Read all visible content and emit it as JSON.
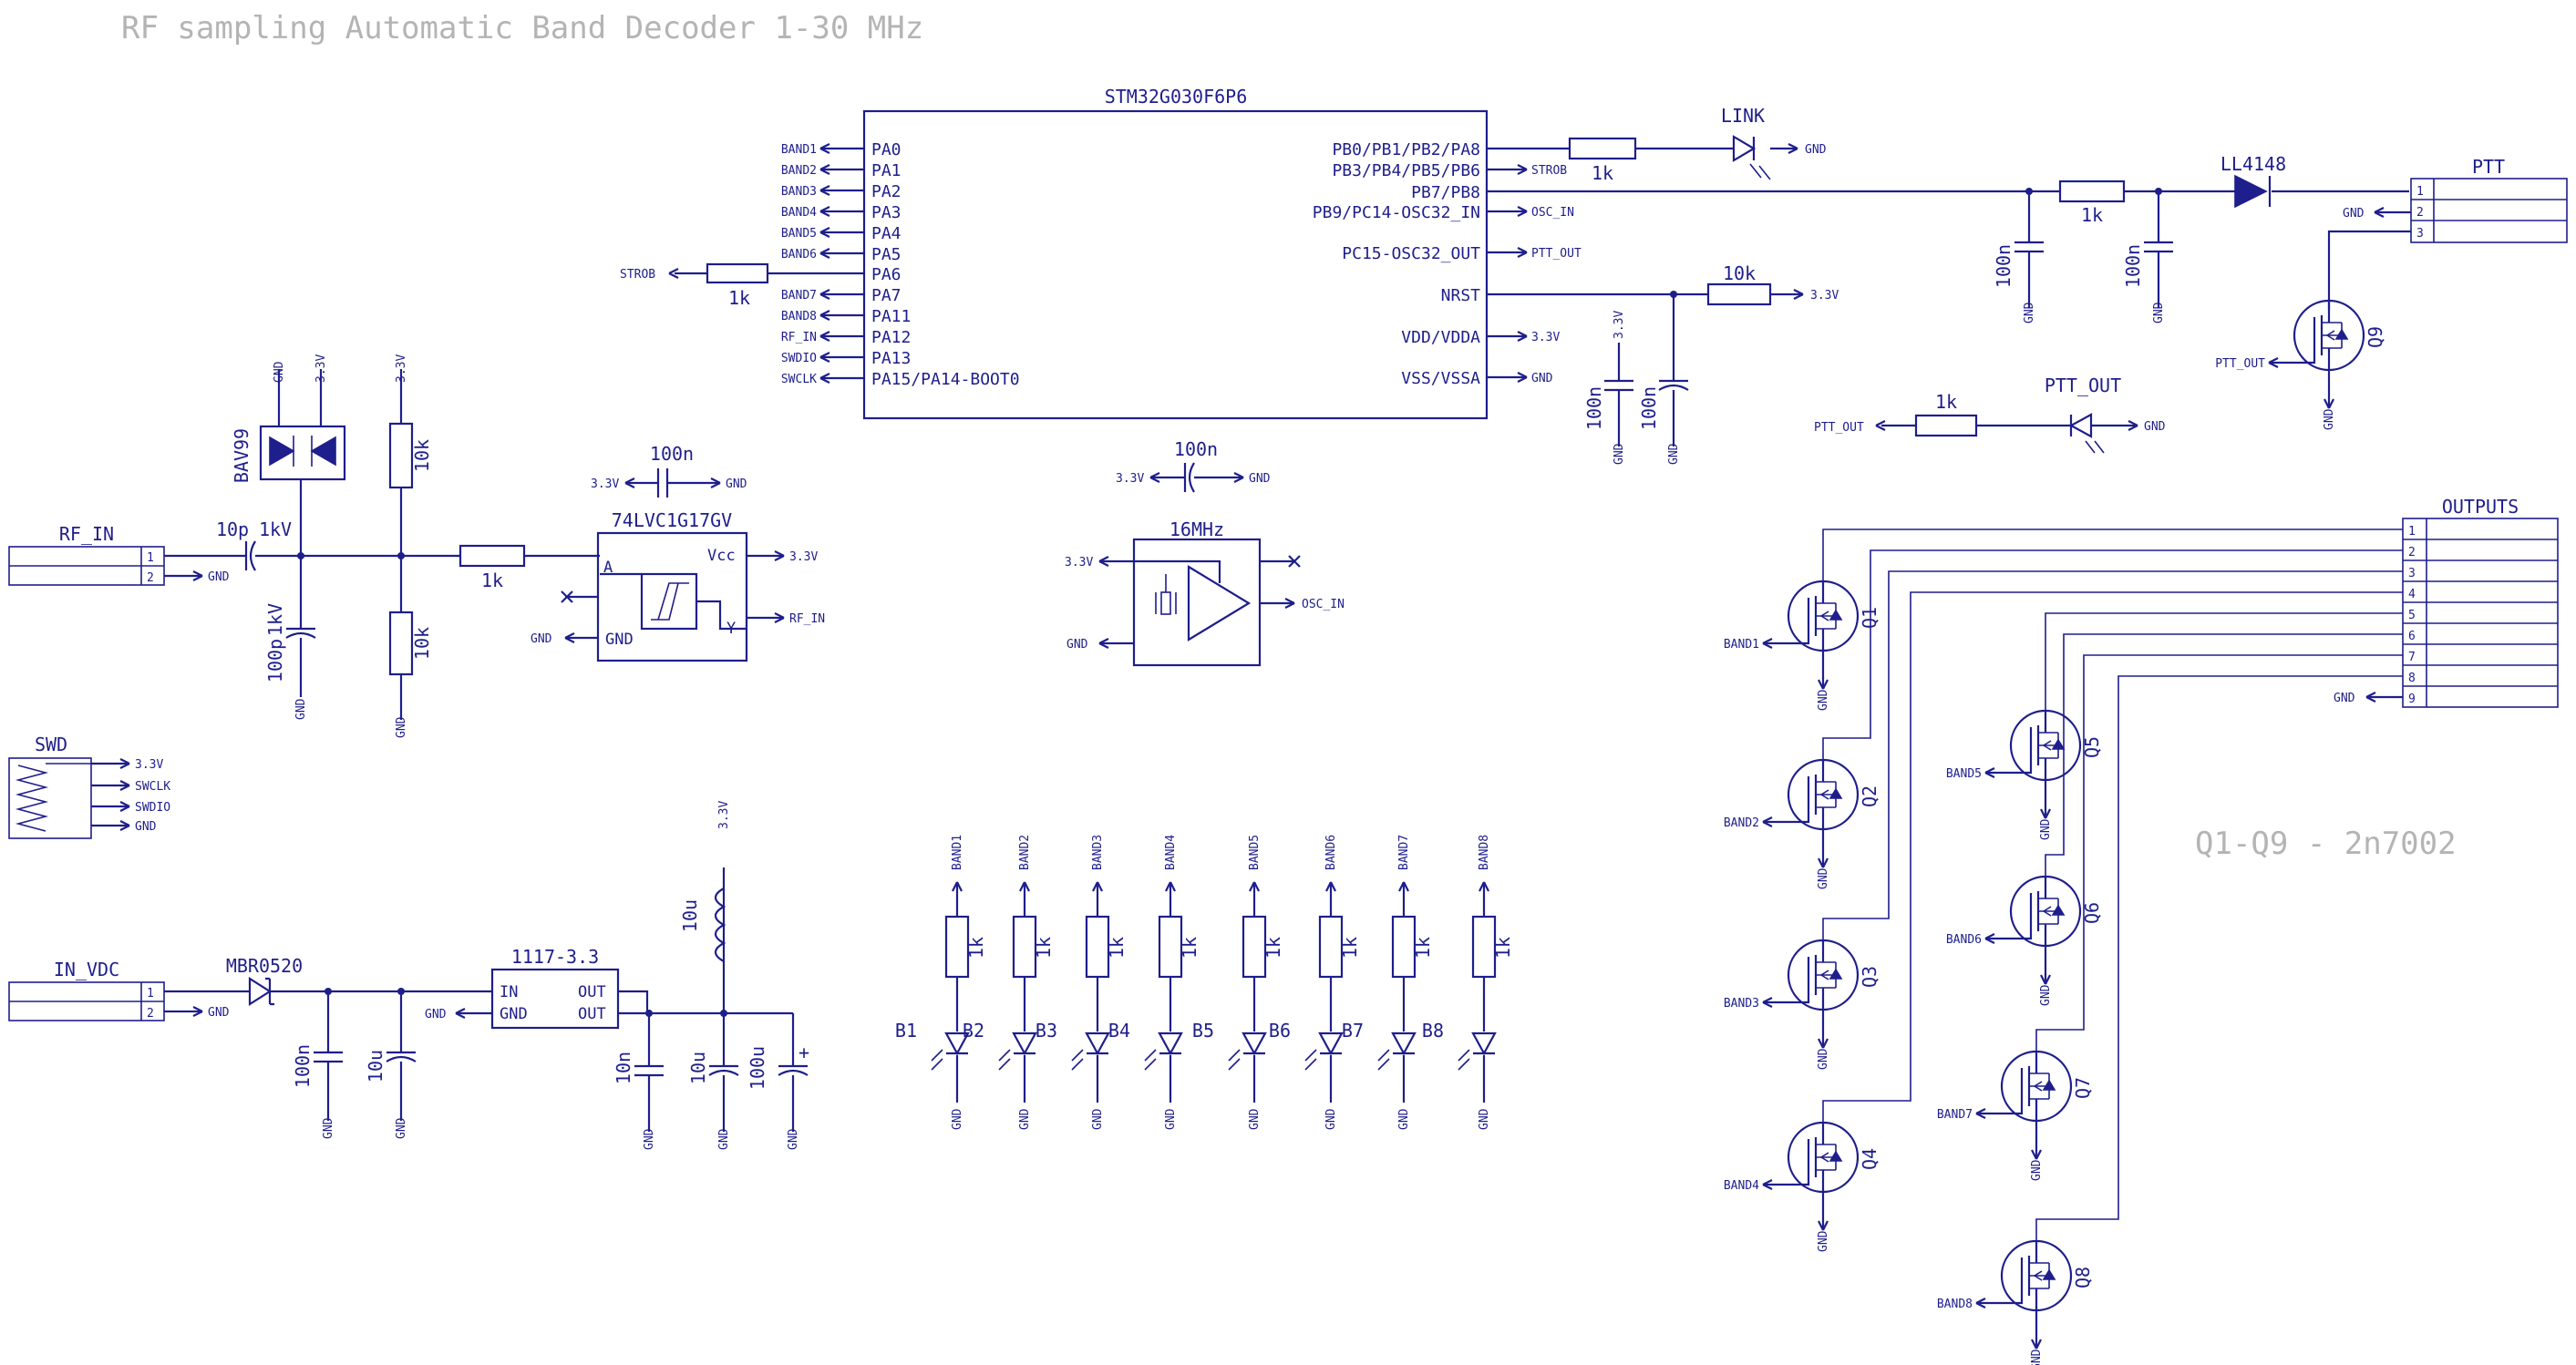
{
  "title": "RF sampling Automatic Band Decoder 1-30 MHz",
  "note": "Q1-Q9 - 2n7002",
  "mcu": {
    "name": "STM32G030F6P6",
    "left_pins": [
      "PA0",
      "PA1",
      "PA2",
      "PA3",
      "PA4",
      "PA5",
      "PA6",
      "PA7",
      "PA11",
      "PA12",
      "PA13",
      "PA15/PA14-BOOT0"
    ],
    "left_nets": [
      "BAND1",
      "BAND2",
      "BAND3",
      "BAND4",
      "BAND5",
      "BAND6",
      "STROB",
      "BAND7",
      "BAND8",
      "RF_IN",
      "SWDIO",
      "SWCLK"
    ],
    "right_pins": [
      "PB0/PB1/PB2/PA8",
      "PB3/PB4/PB5/PB6",
      "PB7/PB8",
      "PB9/PC14-OSC32_IN",
      "PC15-OSC32_OUT",
      "NRST",
      "VDD/VDDA",
      "VSS/VSSA"
    ],
    "right_nets": [
      "",
      "STROB",
      "",
      "OSC_IN",
      "PTT_OUT",
      "",
      "3.3V",
      "GND"
    ]
  },
  "nets": {
    "gnd": "GND",
    "v33": "3.3V",
    "rf_in": "RF_IN",
    "osc_in": "OSC_IN",
    "ptt_out": "PTT_OUT",
    "swclk": "SWCLK",
    "swdio": "SWDIO",
    "strob": "STROB"
  },
  "parts": {
    "r1k": "1k",
    "r10k": "10k",
    "c100n": "100n",
    "c10p": "10p",
    "c100p": "100p",
    "c1kv": "1kV",
    "c10u": "10u",
    "c10n": "10n",
    "c100u": "100u",
    "l10u": "10u",
    "bav99": "BAV99",
    "gate": "74LVC1G17GV",
    "osc": "16MHz",
    "reg": "1117-3.3",
    "mbr": "MBR0520",
    "ll4148": "LL4148",
    "link": "LINK",
    "ptt_out_led": "PTT_OUT"
  },
  "pins": {
    "a": "A",
    "vcc": "Vcc",
    "gnd": "GND",
    "y": "Y",
    "in": "IN",
    "out": "OUT",
    "plus": "+"
  },
  "connectors": {
    "rf_in": {
      "name": "RF_IN",
      "pins": [
        "1",
        "2"
      ]
    },
    "in_vdc": {
      "name": "IN_VDC",
      "pins": [
        "1",
        "2"
      ]
    },
    "swd": {
      "name": "SWD"
    },
    "ptt": {
      "name": "PTT",
      "pins": [
        "1",
        "2",
        "3"
      ]
    },
    "outputs": {
      "name": "OUTPUTS",
      "pins": [
        "1",
        "2",
        "3",
        "4",
        "5",
        "6",
        "7",
        "8",
        "9"
      ]
    }
  },
  "leds": [
    "B1",
    "B2",
    "B3",
    "B4",
    "B5",
    "B6",
    "B7",
    "B8"
  ],
  "led_nets": [
    "BAND1",
    "BAND2",
    "BAND3",
    "BAND4",
    "BAND5",
    "BAND6",
    "BAND7",
    "BAND8"
  ],
  "transistors": [
    "Q1",
    "Q2",
    "Q3",
    "Q4",
    "Q5",
    "Q6",
    "Q7",
    "Q8",
    "Q9"
  ],
  "transistor_gates": [
    "BAND1",
    "BAND2",
    "BAND3",
    "BAND4",
    "BAND5",
    "BAND6",
    "BAND7",
    "BAND8",
    "PTT_OUT"
  ],
  "colors": {
    "wire": "#1e1e8c",
    "title": "#b4b4b4",
    "frame": "#9a9a9a"
  }
}
